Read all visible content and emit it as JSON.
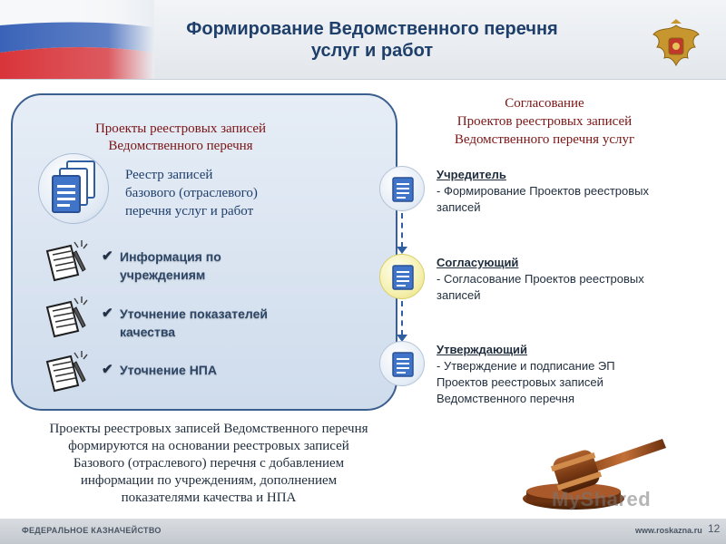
{
  "header": {
    "title_line1": "Формирование Ведомственного перечня",
    "title_line2": "услуг и работ"
  },
  "left_panel": {
    "title_line1": "Проекты реестровых записей",
    "title_line2": "Ведомственного перечня",
    "registry_line1": "Реестр записей",
    "registry_line2": "базового (отраслевого)",
    "registry_line3": "перечня услуг и работ",
    "items": [
      {
        "line1": "Информация по",
        "line2": "учреждениям"
      },
      {
        "line1": "Уточнение показателей",
        "line2": "качества"
      },
      {
        "line1": "Уточнение НПА",
        "line2": ""
      }
    ]
  },
  "bottom_text": {
    "line1": "Проекты реестровых записей Ведомственного перечня",
    "line2": "формируются на основании реестровых записей",
    "line3": "Базового (отраслевого) перечня с добавлением",
    "line4": "информации по учреждениям, дополнением",
    "line5": "показателями качества и НПА"
  },
  "right": {
    "title_line1": "Согласование",
    "title_line2": "Проектов реестровых записей",
    "title_line3": "Ведомственного перечня услуг",
    "steps": [
      {
        "title": "Учредитель",
        "desc_line1": "- Формирование Проектов реестровых",
        "desc_line2": "записей",
        "desc_line3": ""
      },
      {
        "title": "Согласующий",
        "desc_line1": "- Согласование Проектов реестровых",
        "desc_line2": "записей",
        "desc_line3": ""
      },
      {
        "title": "Утверждающий",
        "desc_line1": "- Утверждение и подписание ЭП",
        "desc_line2": "Проектов реестровых записей",
        "desc_line3": "Ведомственного перечня"
      }
    ]
  },
  "watermark": "MyShared",
  "footer": {
    "left": "ФЕДЕРАЛЬНОЕ КАЗНАЧЕЙСТВО",
    "right": "www.roskazna.ru",
    "page": "12"
  },
  "icons": [
    "flag-graphic",
    "emblem-icon",
    "documents-stack-icon",
    "paper-pen-icon",
    "check-icon",
    "document-icon",
    "gavel-image"
  ],
  "colors": {
    "title_blue": "#1f3f6b",
    "accent_red": "#7a1515",
    "panel_border": "#3b5f8f",
    "arrow_blue": "#2f5fa0"
  }
}
